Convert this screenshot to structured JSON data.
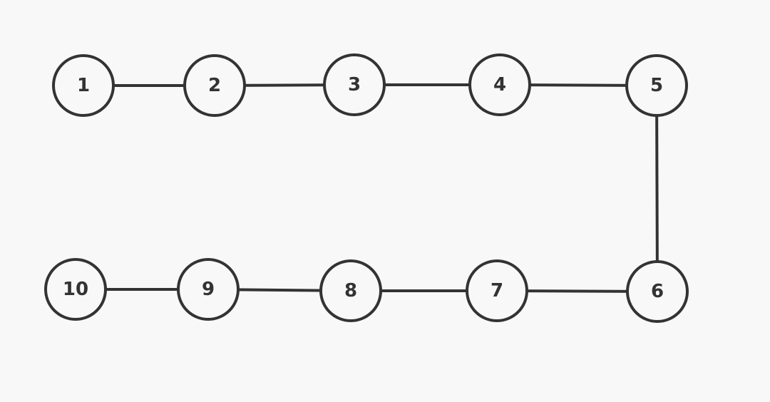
{
  "diagram": {
    "nodes": [
      {
        "id": "1",
        "label": "1"
      },
      {
        "id": "2",
        "label": "2"
      },
      {
        "id": "3",
        "label": "3"
      },
      {
        "id": "4",
        "label": "4"
      },
      {
        "id": "5",
        "label": "5"
      },
      {
        "id": "6",
        "label": "6"
      },
      {
        "id": "7",
        "label": "7"
      },
      {
        "id": "8",
        "label": "8"
      },
      {
        "id": "9",
        "label": "9"
      },
      {
        "id": "10",
        "label": "10"
      }
    ],
    "edges": [
      [
        "1",
        "2"
      ],
      [
        "2",
        "3"
      ],
      [
        "3",
        "4"
      ],
      [
        "4",
        "5"
      ],
      [
        "5",
        "6"
      ],
      [
        "6",
        "7"
      ],
      [
        "7",
        "8"
      ],
      [
        "8",
        "9"
      ],
      [
        "9",
        "10"
      ]
    ]
  },
  "colors": {
    "background": "#f8f8f8",
    "line": "#333333"
  }
}
